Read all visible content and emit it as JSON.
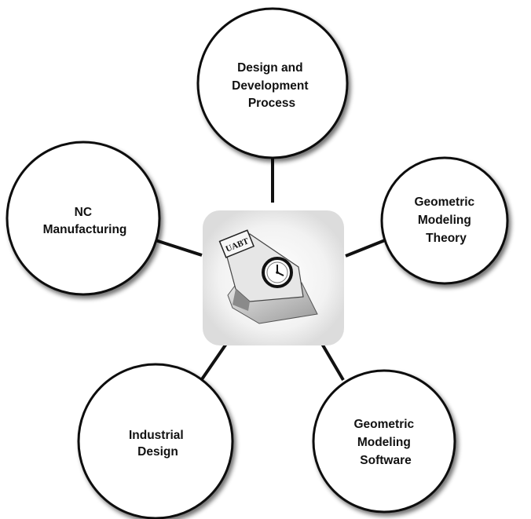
{
  "diagram": {
    "center": {
      "icon": "desk-clock-nameplate-icon",
      "plate_text": "UABT"
    },
    "nodes": [
      {
        "id": "design-dev",
        "lines": [
          "Design and",
          "Development",
          "Process"
        ]
      },
      {
        "id": "geo-theory",
        "lines": [
          "Geometric",
          "Modeling",
          "Theory"
        ]
      },
      {
        "id": "geo-software",
        "lines": [
          "Geometric",
          "Modeling",
          "Software"
        ]
      },
      {
        "id": "industrial",
        "lines": [
          "Industrial",
          "Design"
        ]
      },
      {
        "id": "nc-mfg",
        "lines": [
          "NC",
          "Manufacturing"
        ]
      }
    ]
  },
  "colors": {
    "stroke": "#111111",
    "fill": "#ffffff",
    "text": "#111111"
  }
}
